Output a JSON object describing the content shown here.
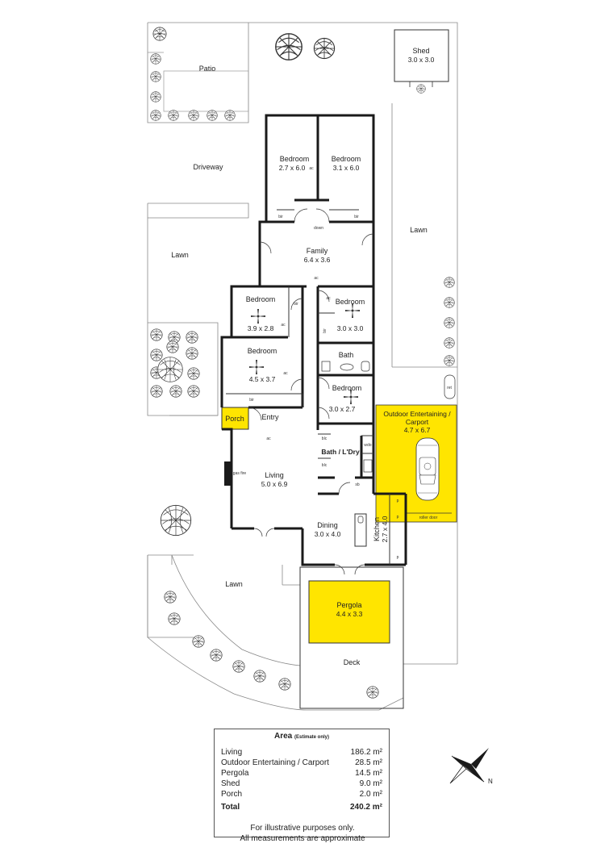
{
  "rooms": {
    "shed": {
      "name": "Shed",
      "dims": "3.0 x 3.0"
    },
    "patio": {
      "name": "Patio"
    },
    "driveway": {
      "name": "Driveway"
    },
    "lawn_east": {
      "name": "Lawn"
    },
    "lawn_west": {
      "name": "Lawn"
    },
    "lawn_south": {
      "name": "Lawn"
    },
    "bedroom_a": {
      "name": "Bedroom",
      "dims": "2.7 x 6.0"
    },
    "bedroom_b": {
      "name": "Bedroom",
      "dims": "3.1 x 6.0"
    },
    "family": {
      "name": "Family",
      "dims": "6.4 x 3.6"
    },
    "bedroom_c": {
      "name": "Bedroom",
      "dims": "3.9 x 2.8"
    },
    "bedroom_d": {
      "name": "Bedroom",
      "dims": "3.0 x 3.0"
    },
    "bedroom_e": {
      "name": "Bedroom",
      "dims": "4.5 x 3.7"
    },
    "bath": {
      "name": "Bath"
    },
    "bedroom_f": {
      "name": "Bedroom",
      "dims": "3.0 x 2.7"
    },
    "porch": {
      "name": "Porch"
    },
    "entry": {
      "name": "Entry"
    },
    "outdoor": {
      "name_line1": "Outdoor Entertaining /",
      "name_line2": "Carport",
      "dims": "4.7 x 6.7"
    },
    "bath_ldry": {
      "name": "Bath / L'Dry"
    },
    "living": {
      "name": "Living",
      "dims": "5.0 x 6.9"
    },
    "dining": {
      "name": "Dining",
      "dims": "3.0 x 4.0"
    },
    "kitchen": {
      "name": "Kitchen",
      "dims": "2.7 x 4.0"
    },
    "pergola": {
      "name": "Pergola",
      "dims": "4.4 x 3.3"
    },
    "deck": {
      "name": "Deck"
    }
  },
  "small_labels": {
    "bir": "bir",
    "ac": "ac",
    "down": "down",
    "ret": "ret",
    "blc": "blc",
    "wdo": "wdo",
    "sb": "sb",
    "p": "p",
    "gas_fire": "gas fire",
    "roller_door": "roller door"
  },
  "highlight_color": "#ffe500",
  "area_table": {
    "title": "Area",
    "subtitle": "(Estimate only)",
    "rows": [
      {
        "label": "Living",
        "value": "186.2 m²"
      },
      {
        "label": "Outdoor Entertaining / Carport",
        "value": "28.5 m²"
      },
      {
        "label": "Pergola",
        "value": "14.5 m²"
      },
      {
        "label": "Shed",
        "value": "9.0 m²"
      },
      {
        "label": "Porch",
        "value": "2.0 m²"
      }
    ],
    "total": {
      "label": "Total",
      "value": "240.2 m²"
    }
  },
  "footnote": {
    "line1": "For illustrative purposes only.",
    "line2": "All measurements are approximate"
  },
  "compass": {
    "north": "N"
  }
}
